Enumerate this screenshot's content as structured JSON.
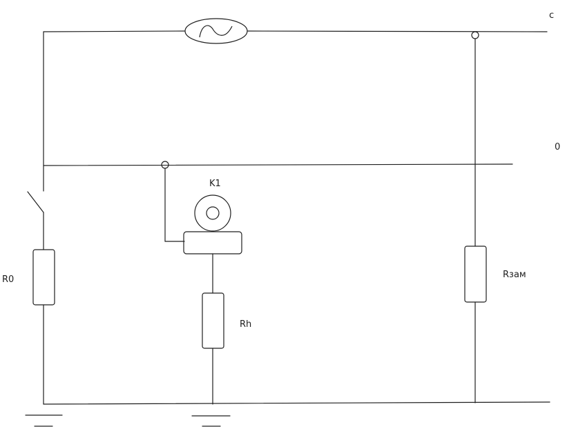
{
  "labels": {
    "phase": "c",
    "neutral": "0",
    "r0": "R0",
    "k1": "K1",
    "rh": "Rh",
    "rzam": "Rзам"
  },
  "components": {
    "source": "ac-source",
    "switch": "switch",
    "relay": "relay-coil",
    "resistors": [
      "R0",
      "Rh",
      "Rзам"
    ],
    "grounds": 2
  },
  "colors": {
    "ink": "#1e1e1e",
    "background": "#ffffff"
  }
}
